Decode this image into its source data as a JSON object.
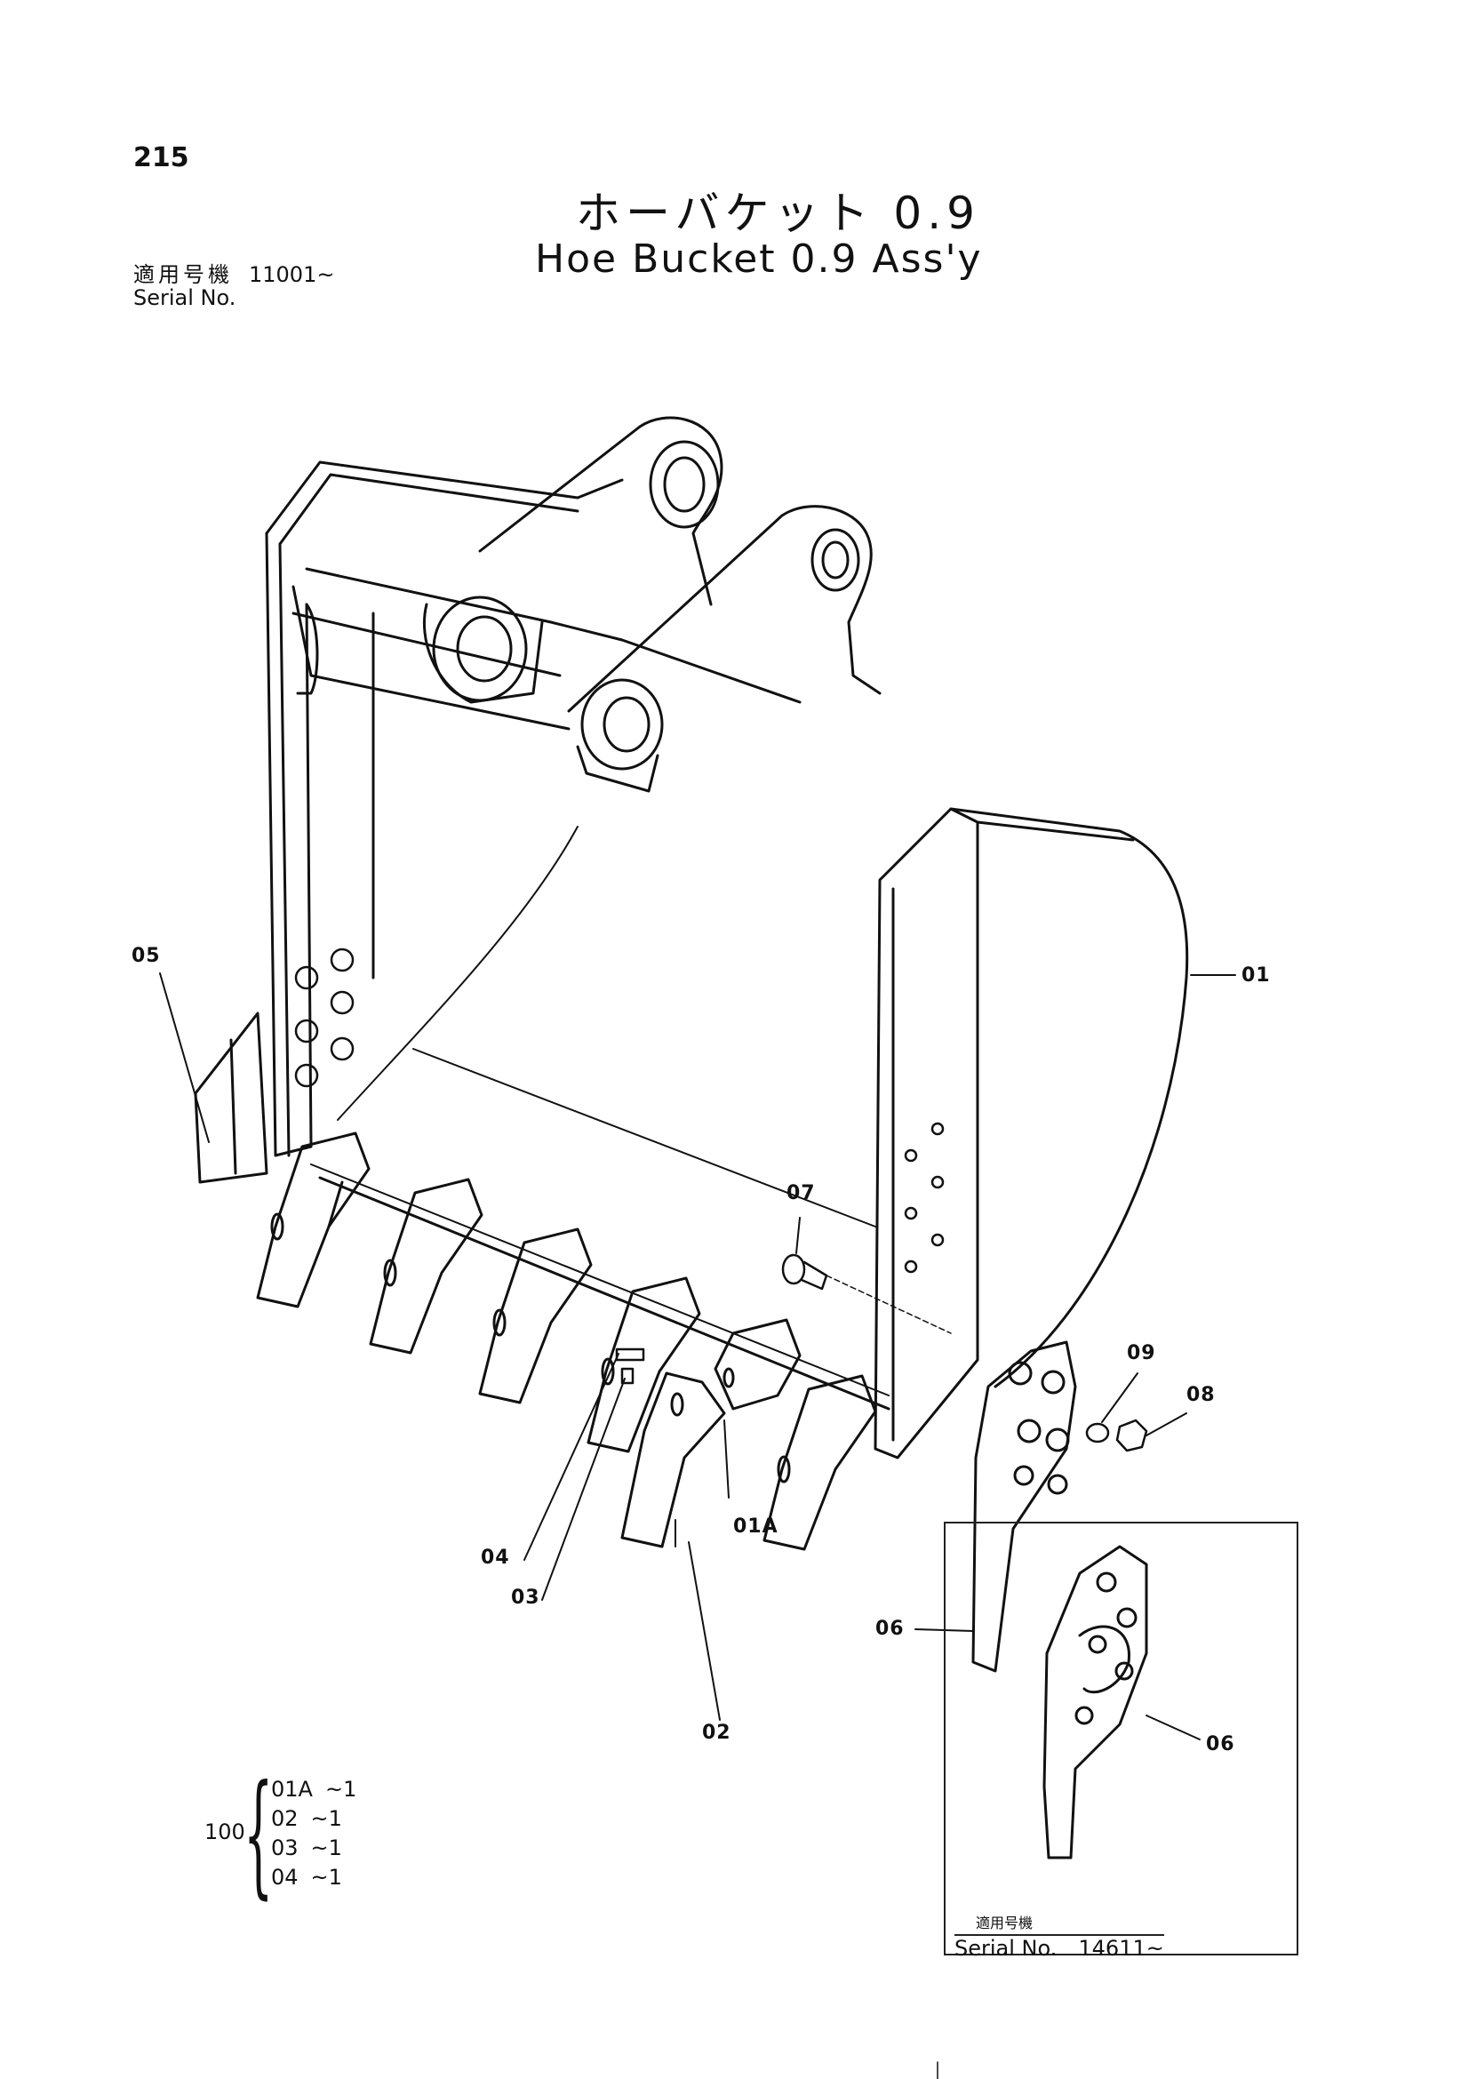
{
  "page_number": "215",
  "title_jp": "ホーバケット 0.9",
  "title_en": "Hoe Bucket 0.9 Ass'y",
  "serial": {
    "label_jp": "適用号機",
    "label_en": "Serial No.",
    "value": "11001~"
  },
  "callouts": {
    "c01": "01",
    "c01a": "01A",
    "c02": "02",
    "c03": "03",
    "c04": "04",
    "c05": "05",
    "c06a": "06",
    "c06b": "06",
    "c07": "07",
    "c08": "08",
    "c09": "09"
  },
  "kit": {
    "quantity": "100",
    "rows": [
      {
        "part": "01A",
        "qty": "~1"
      },
      {
        "part": "02",
        "qty": "~1"
      },
      {
        "part": "03",
        "qty": "~1"
      },
      {
        "part": "04",
        "qty": "~1"
      }
    ]
  },
  "inset": {
    "label_jp": "適用号機",
    "label_en": "Serial No.",
    "value": "14611~"
  }
}
